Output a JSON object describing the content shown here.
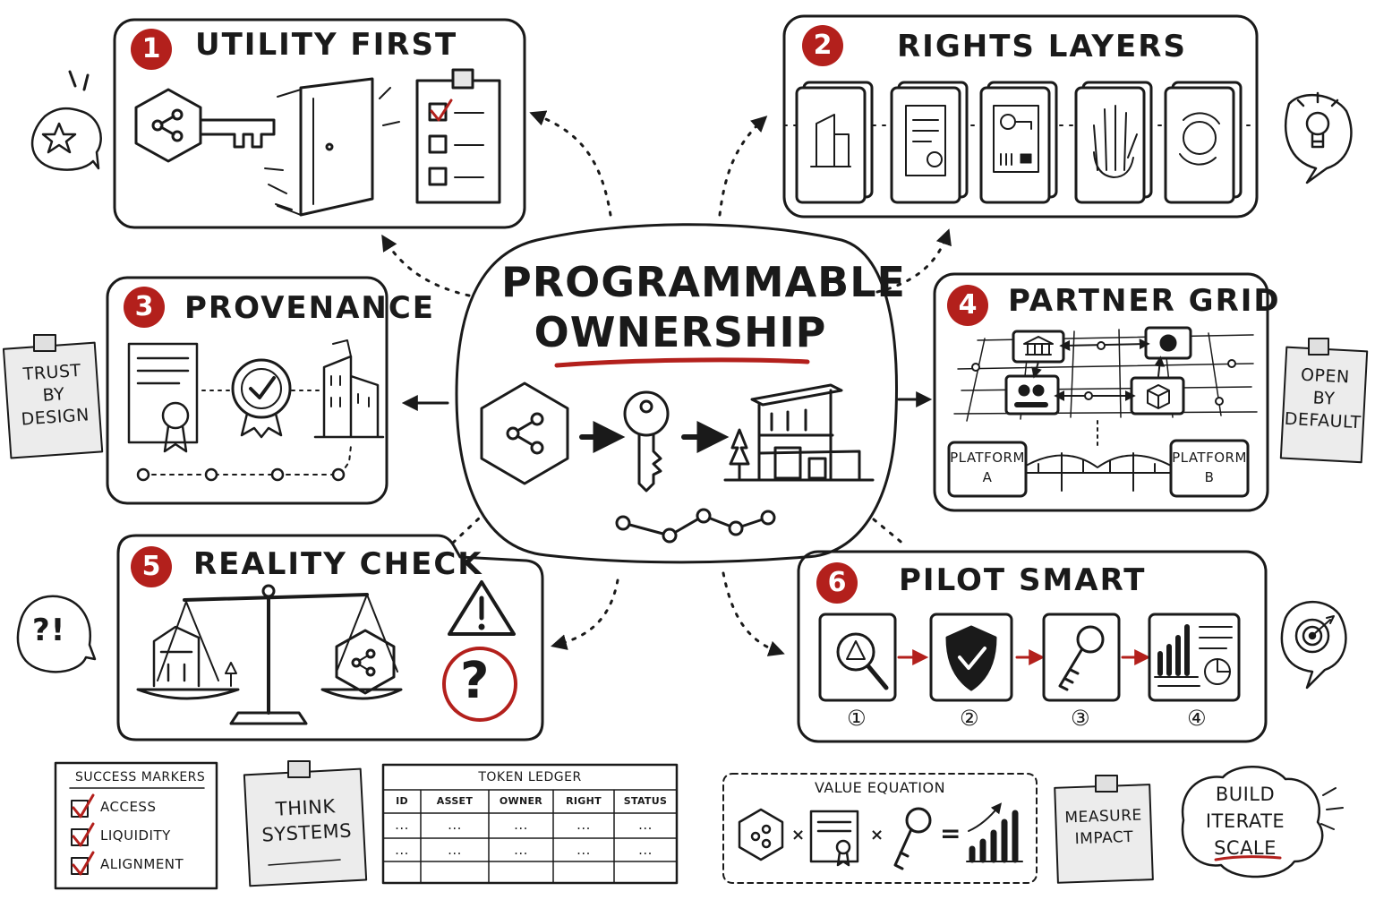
{
  "center": {
    "line1": "PROGRAMMABLE",
    "line2": "OWNERSHIP"
  },
  "panels": [
    {
      "number": "1",
      "title": "UTILITY FIRST"
    },
    {
      "number": "2",
      "title": "RIGHTS LAYERS"
    },
    {
      "number": "3",
      "title": "PROVENANCE"
    },
    {
      "number": "4",
      "title": "PARTNER GRID"
    },
    {
      "number": "5",
      "title": "REALITY CHECK"
    },
    {
      "number": "6",
      "title": "PILOT SMART"
    }
  ],
  "partner_grid": {
    "platform_a": [
      "PLATFORM",
      "A"
    ],
    "platform_b": [
      "PLATFORM",
      "B"
    ]
  },
  "pilot_steps": [
    "①",
    "②",
    "③",
    "④"
  ],
  "side_notes": {
    "trust": [
      "TRUST",
      "BY",
      "DESIGN"
    ],
    "open": [
      "OPEN",
      "BY",
      "DEFAULT"
    ],
    "question_bubble": "?!"
  },
  "success_markers": {
    "title": "SUCCESS MARKERS",
    "items": [
      "ACCESS",
      "LIQUIDITY",
      "ALIGNMENT"
    ]
  },
  "think_note": [
    "THINK",
    "SYSTEMS"
  ],
  "token_ledger": {
    "title": "TOKEN LEDGER",
    "columns": [
      "ID",
      "ASSET",
      "OWNER",
      "RIGHT",
      "STATUS"
    ],
    "rows": [
      [
        "...",
        "...",
        "...",
        "...",
        "..."
      ],
      [
        "...",
        "...",
        "...",
        "...",
        "..."
      ]
    ]
  },
  "value_equation": {
    "title": "VALUE EQUATION",
    "times": "×",
    "equals": "="
  },
  "measure_note": [
    "MEASURE",
    "IMPACT"
  ],
  "build_cloud": [
    "BUILD",
    "ITERATE",
    "SCALE"
  ],
  "colors": {
    "accent": "#b3201c",
    "ink": "#1a1a1a",
    "note": "#ececec"
  }
}
